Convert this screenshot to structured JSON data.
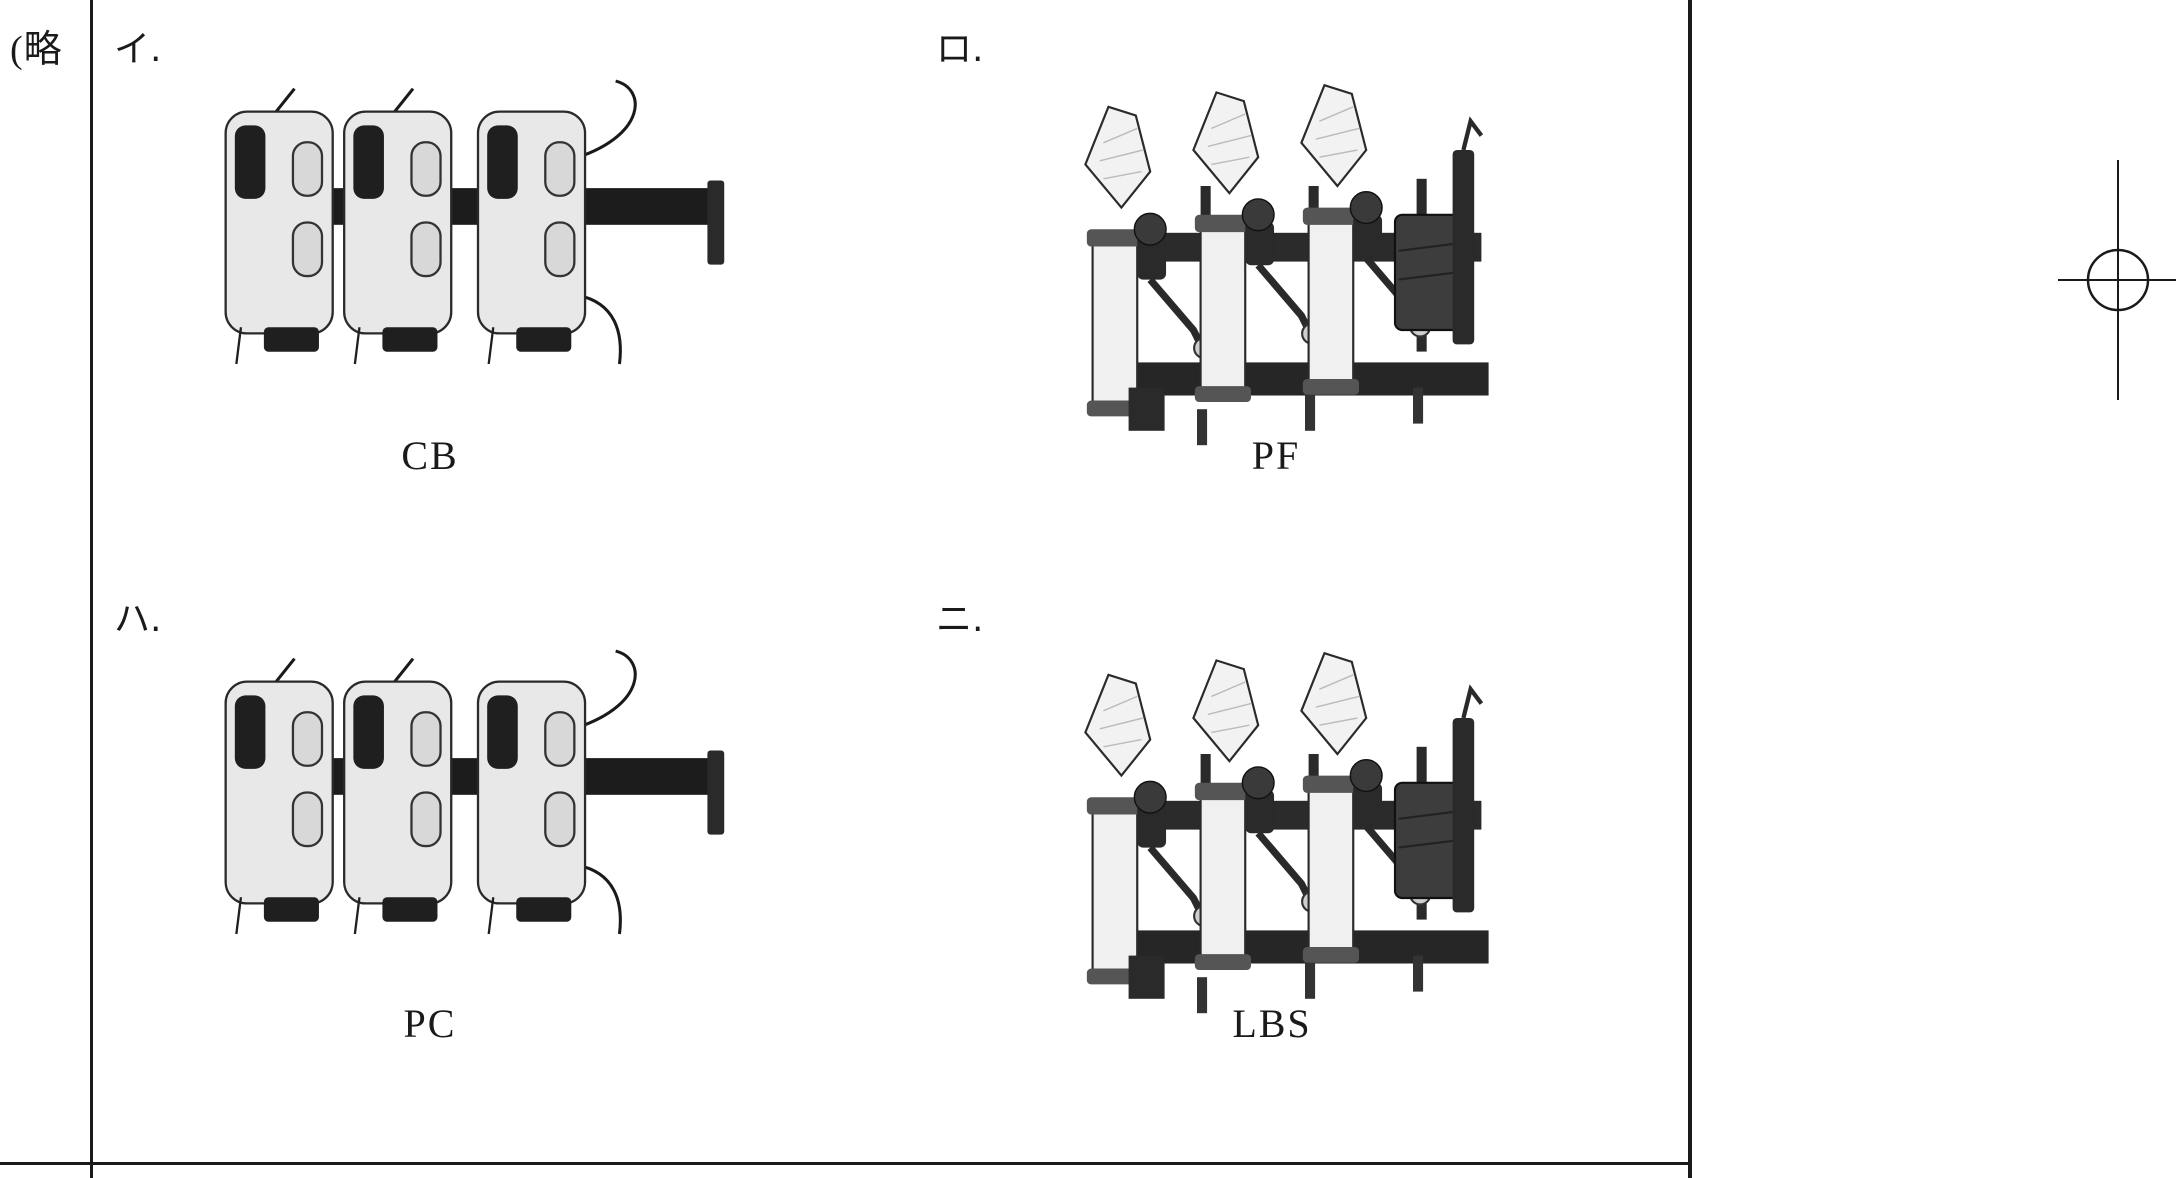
{
  "side_note": "(略",
  "options": [
    {
      "label": "イ.",
      "caption": "CB",
      "device": "pc-cutout-icon"
    },
    {
      "label": "ロ.",
      "caption": "PF",
      "device": "lbs-switch-icon"
    },
    {
      "label": "ハ.",
      "caption": "PC",
      "device": "pc-cutout-icon"
    },
    {
      "label": "ニ.",
      "caption": "LBS",
      "device": "lbs-switch-icon"
    }
  ],
  "colors": {
    "ink": "#1a1a1a",
    "porcelain": "#e6e6e6",
    "metal": "#3a3a3a"
  }
}
